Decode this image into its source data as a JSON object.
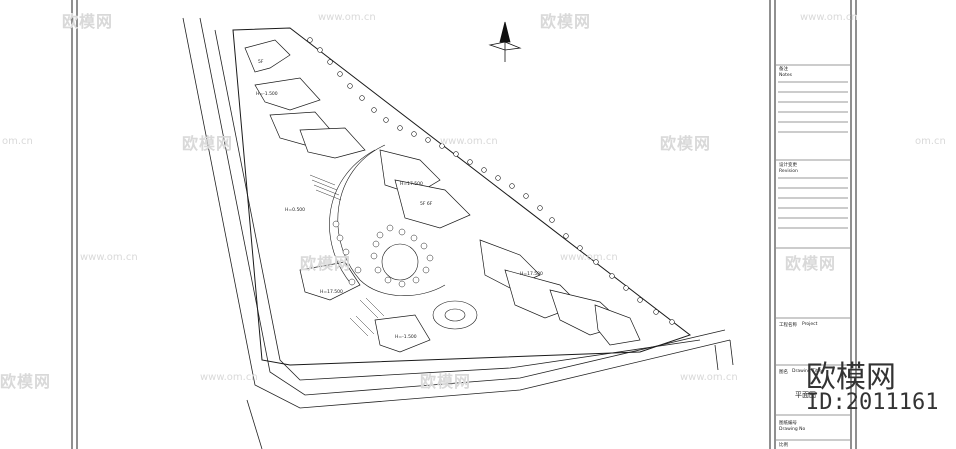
{
  "title_block": {
    "notes_label": "Notes",
    "notes_cn": "备注",
    "revision_label": "Revision",
    "revision_cn": "设计变更",
    "project_label": "Project",
    "project_cn": "工程名称",
    "drawing_title_cn": "图名",
    "drawing_title_en": "Drawing Title",
    "plan_name": "平面图",
    "drawing_no_cn": "图纸编号",
    "drawing_no_en": "Drawing No",
    "bottom_label": "比例"
  },
  "site_labels": {
    "storey": "5F",
    "storey_alt": "5F 6F",
    "elev_a": "H=17.500",
    "elev_b": "H=-1.500",
    "elev_c": "H=0.500",
    "elev_d": "H=-1.500"
  },
  "watermark": {
    "brand_cn": "欧模网",
    "url": "www.om.cn",
    "url_short": "om.cn"
  },
  "brand": {
    "name": "欧模网",
    "id": "ID:2011161"
  },
  "colors": {
    "line": "#1a1a1a",
    "watermark": "#d9d9d9"
  }
}
